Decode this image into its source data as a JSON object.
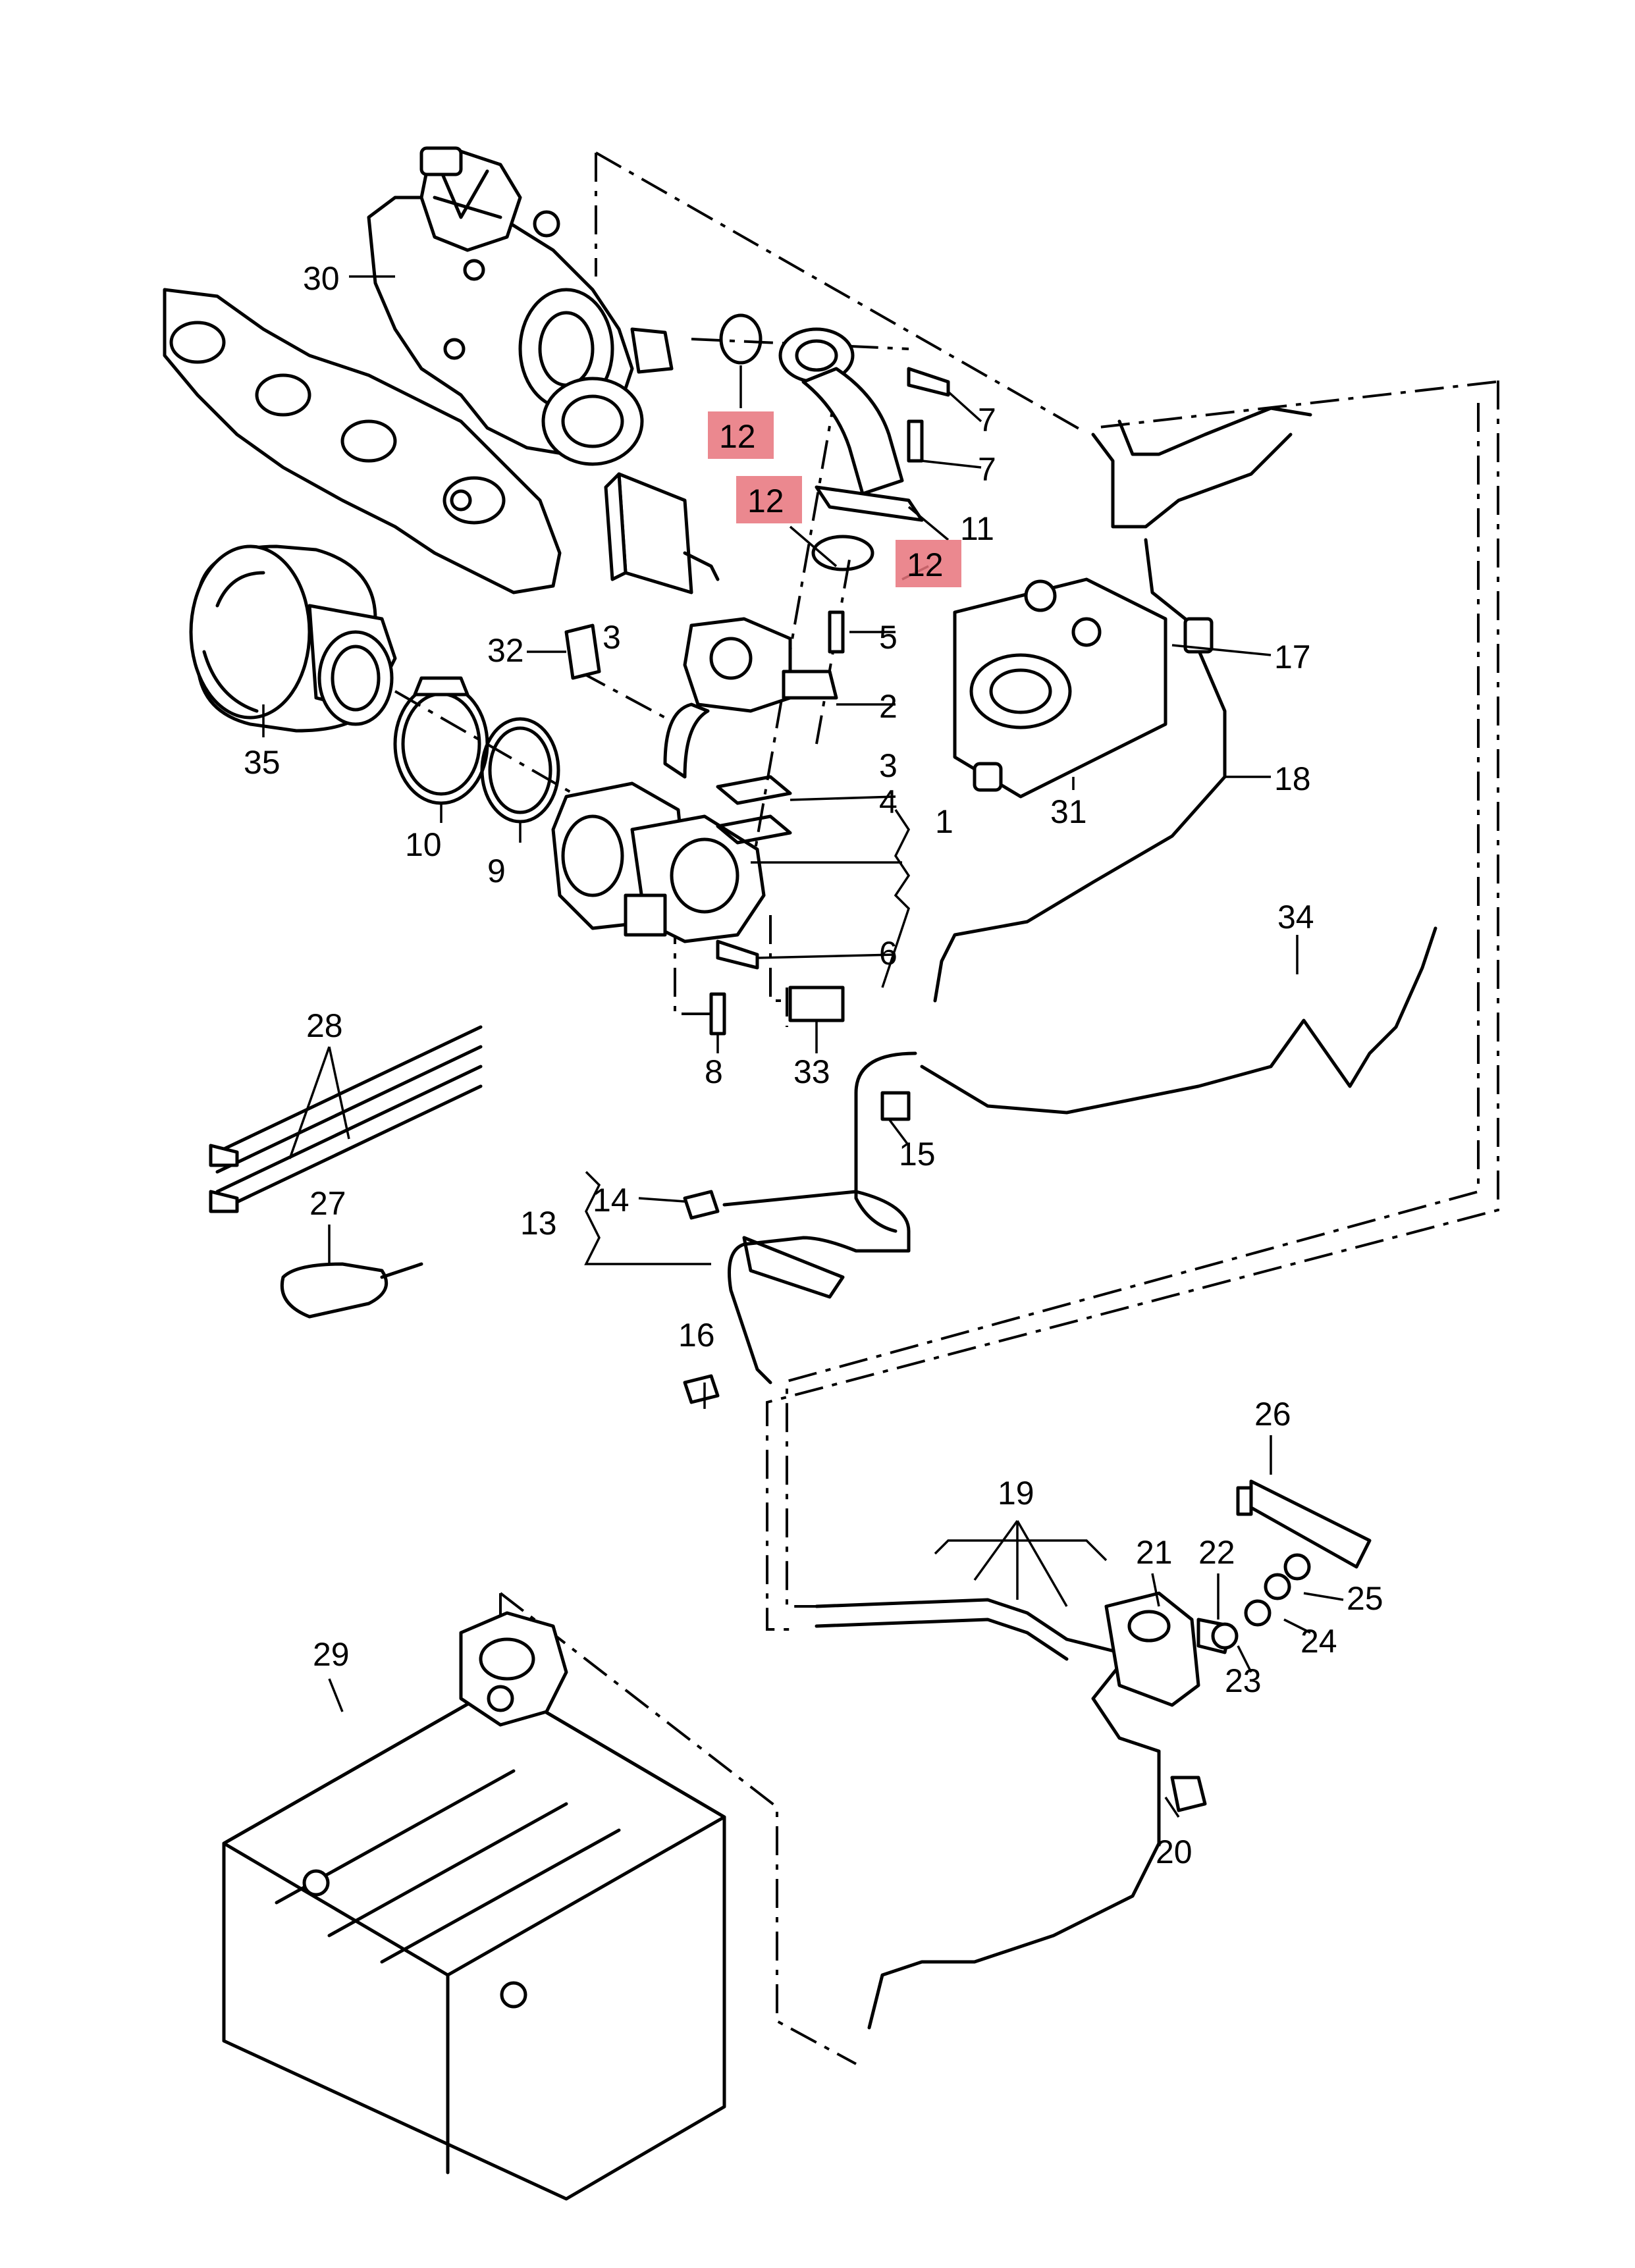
{
  "callouts": {
    "c1": "1",
    "c2": "2",
    "c3a": "3",
    "c3b": "3",
    "c4": "4",
    "c5": "5",
    "c6": "6",
    "c7a": "7",
    "c7b": "7",
    "c8": "8",
    "c9": "9",
    "c10": "10",
    "c11": "11",
    "c12a": "12",
    "c12b": "12",
    "c12c": "12",
    "c13": "13",
    "c14": "14",
    "c15": "15",
    "c16": "16",
    "c17": "17",
    "c18": "18",
    "c19": "19",
    "c20": "20",
    "c21": "21",
    "c22": "22",
    "c23": "23",
    "c24": "24",
    "c25": "25",
    "c26": "26",
    "c27": "27",
    "c28": "28",
    "c29": "29",
    "c30": "30",
    "c31": "31",
    "c32": "32",
    "c33": "33",
    "c34": "34",
    "c35": "35"
  },
  "highlight_color": "#e8737b"
}
